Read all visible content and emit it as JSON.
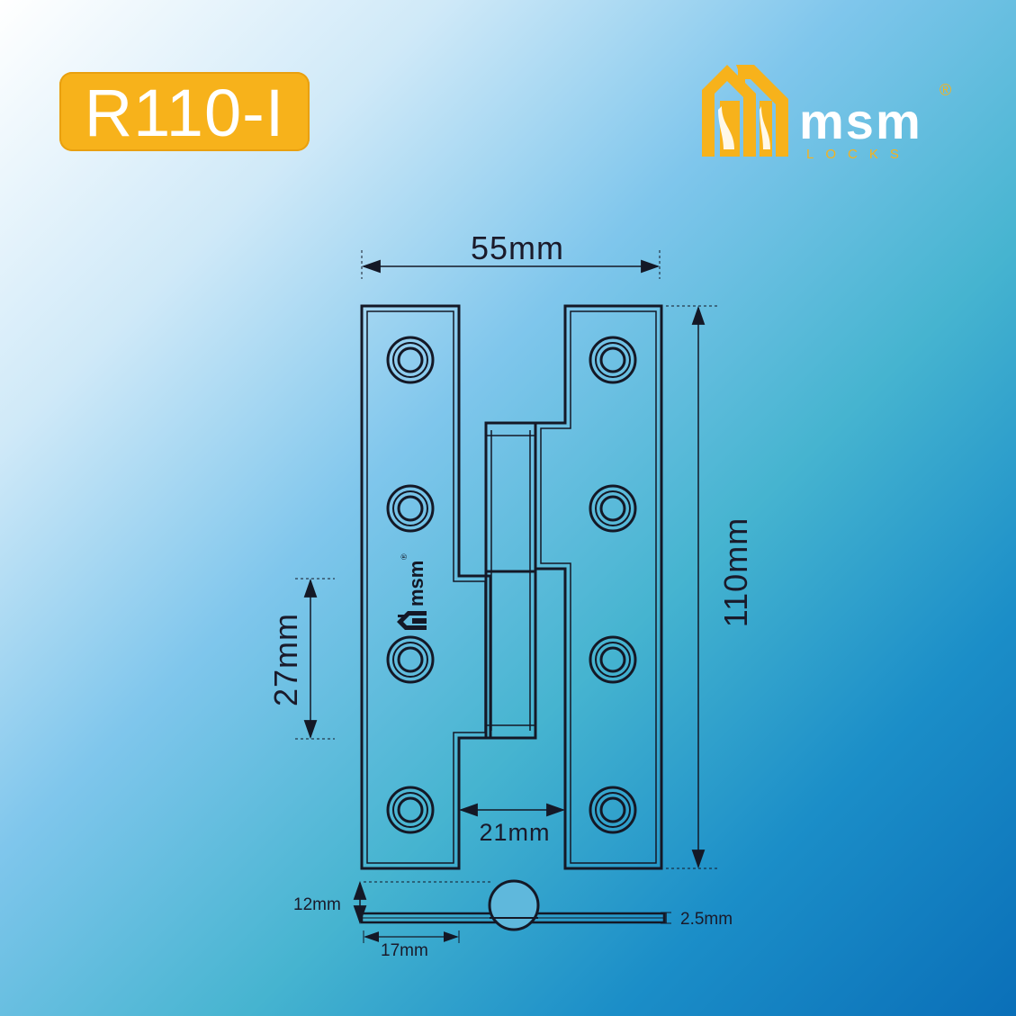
{
  "header": {
    "model_code": "R110-I"
  },
  "brand": {
    "name": "msm",
    "tagline": "LOCKS",
    "registered_mark": "®",
    "logo_color": "#f7b21b",
    "text_color": "#ffffff"
  },
  "hinge_stamp": {
    "name": "msm",
    "registered_mark": "®"
  },
  "dimensions": {
    "width": "55mm",
    "height": "110mm",
    "hole_spacing": "27mm",
    "knuckle_gap": "21mm",
    "knuckle_diameter": "12mm",
    "leaf_offset": "17mm",
    "thickness": "2.5mm"
  },
  "colors": {
    "badge": "#f7b21b",
    "line": "#141826"
  }
}
